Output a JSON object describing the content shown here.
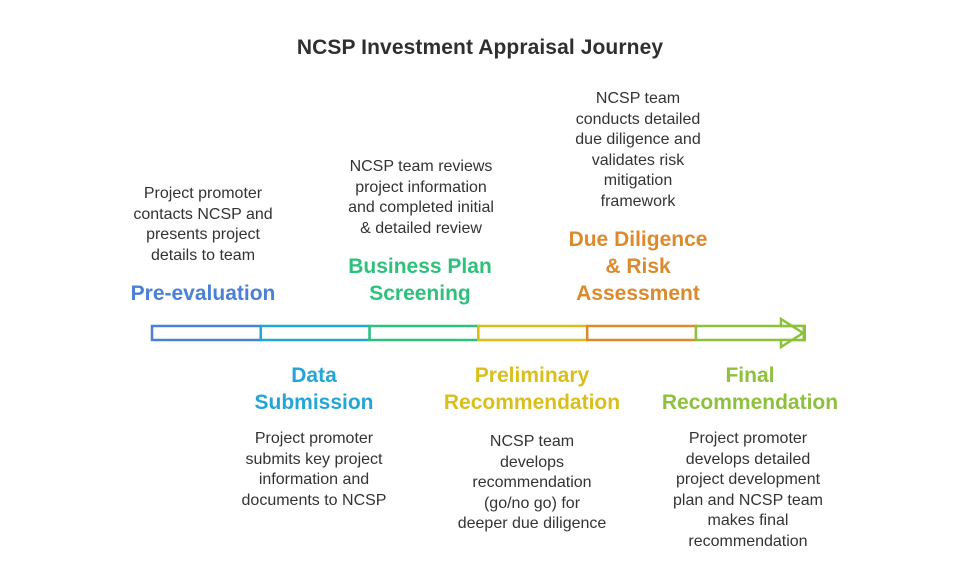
{
  "title": "NCSP Investment Appraisal Journey",
  "steps": [
    {
      "id": "pre-evaluation",
      "title_lines": [
        "Pre-evaluation"
      ],
      "description_lines": [
        "Project promoter",
        "contacts NCSP and",
        "presents project",
        "details to team"
      ],
      "color": "#4a80d6",
      "position": "above"
    },
    {
      "id": "data-submission",
      "title_lines": [
        "Data",
        "Submission"
      ],
      "description_lines": [
        "Project promoter",
        "submits key project",
        "information and",
        "documents to NCSP"
      ],
      "color": "#23a6d5",
      "position": "below"
    },
    {
      "id": "business-plan-screening",
      "title_lines": [
        "Business Plan",
        "Screening"
      ],
      "description_lines": [
        "NCSP team reviews",
        "project information",
        "and completed initial",
        "& detailed review"
      ],
      "color": "#2fc17c",
      "position": "above"
    },
    {
      "id": "preliminary-recommendation",
      "title_lines": [
        "Preliminary",
        "Recommendation"
      ],
      "description_lines": [
        "NCSP team",
        "develops",
        "recommendation",
        "(go/no go) for",
        "deeper due diligence"
      ],
      "color": "#d9bf1c",
      "position": "below"
    },
    {
      "id": "due-diligence-risk-assessment",
      "title_lines": [
        "Due Diligence",
        "& Risk",
        "Assessment"
      ],
      "description_lines": [
        "NCSP team",
        "conducts detailed",
        "due diligence and",
        "validates risk",
        "mitigation",
        "framework"
      ],
      "color": "#dc8a2c",
      "position": "above"
    },
    {
      "id": "final-recommendation",
      "title_lines": [
        "Final",
        "Recommendation"
      ],
      "description_lines": [
        "Project promoter",
        "develops detailed",
        "project development",
        "plan and NCSP team",
        "makes final",
        "recommendation"
      ],
      "color": "#8dc13d",
      "position": "below"
    }
  ]
}
